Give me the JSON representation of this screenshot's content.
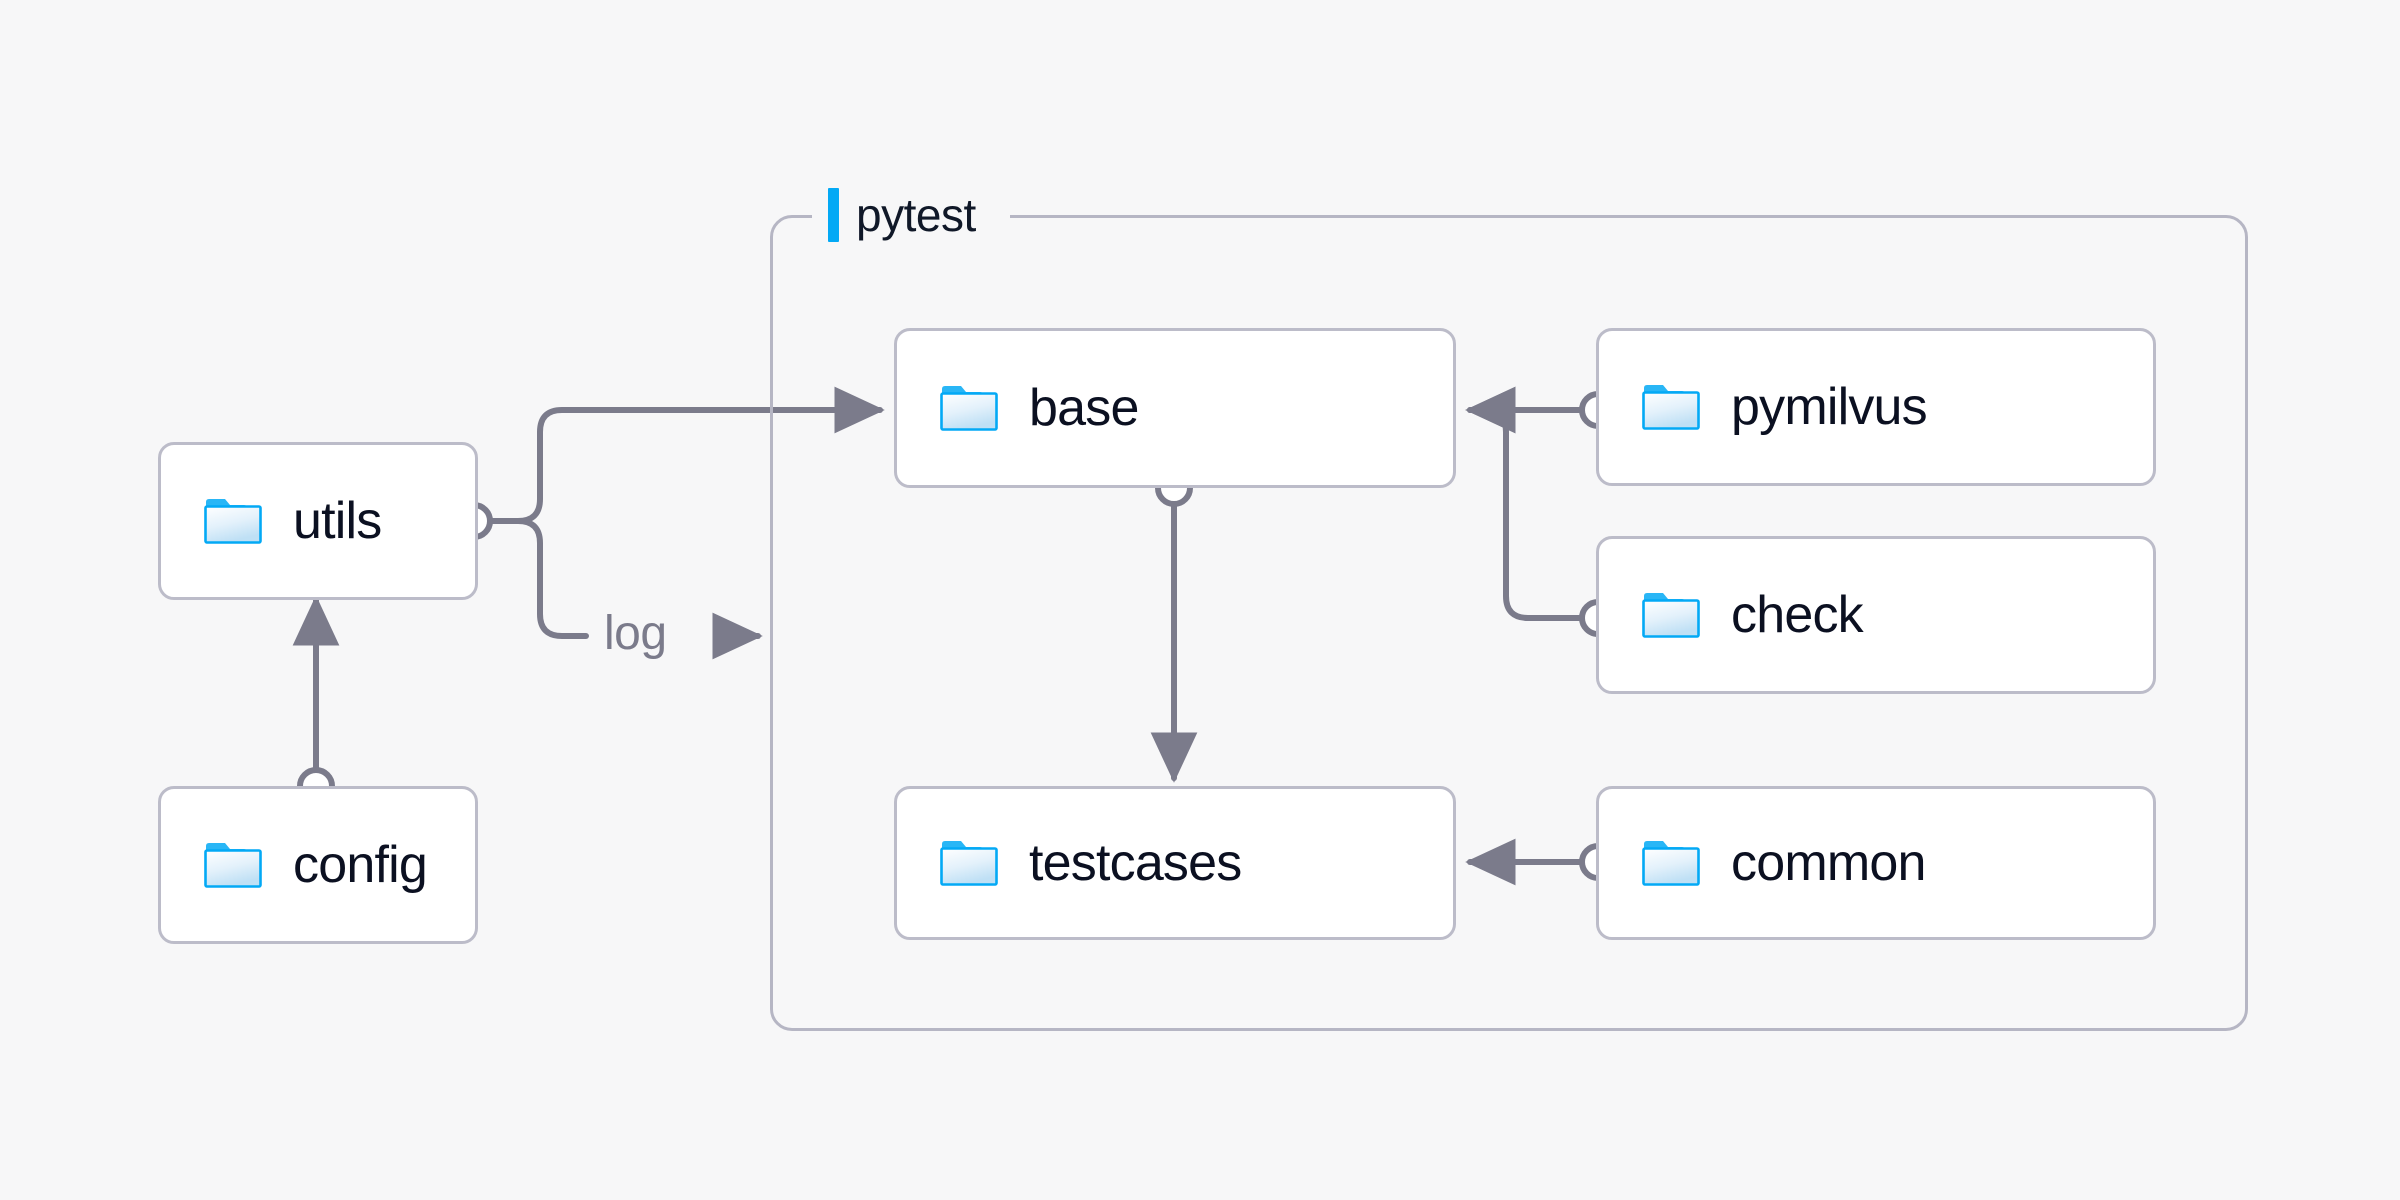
{
  "diagram": {
    "background_color": "#f7f7f8",
    "node_border_color": "#bcbcc9",
    "node_fill_color": "#ffffff",
    "edge_color": "#7b7b8b",
    "accent_color": "#03a9f5",
    "label_color": "#0b1021",
    "folder_icon_name": "folder-icon"
  },
  "group": {
    "label": "pytest",
    "accent_color": "#03a9f5"
  },
  "nodes": [
    {
      "id": "utils",
      "label": "utils",
      "icon": "folder-icon"
    },
    {
      "id": "config",
      "label": "config",
      "icon": "folder-icon"
    },
    {
      "id": "base",
      "label": "base",
      "icon": "folder-icon"
    },
    {
      "id": "testcases",
      "label": "testcases",
      "icon": "folder-icon"
    },
    {
      "id": "pymilvus",
      "label": "pymilvus",
      "icon": "folder-icon"
    },
    {
      "id": "check",
      "label": "check",
      "icon": "folder-icon"
    },
    {
      "id": "common",
      "label": "common",
      "icon": "folder-icon"
    }
  ],
  "edges": [
    {
      "id": "utils-base",
      "from": "utils",
      "to": "base",
      "label": ""
    },
    {
      "id": "utils-log",
      "from": "utils",
      "to": "pytest",
      "label": "log"
    },
    {
      "id": "config-utils",
      "from": "config",
      "to": "utils",
      "label": ""
    },
    {
      "id": "base-testcases",
      "from": "base",
      "to": "testcases",
      "label": ""
    },
    {
      "id": "pymilvus-base",
      "from": "pymilvus",
      "to": "base",
      "label": ""
    },
    {
      "id": "check-base",
      "from": "check",
      "to": "base",
      "label": ""
    },
    {
      "id": "common-testcases",
      "from": "common",
      "to": "testcases",
      "label": ""
    }
  ]
}
